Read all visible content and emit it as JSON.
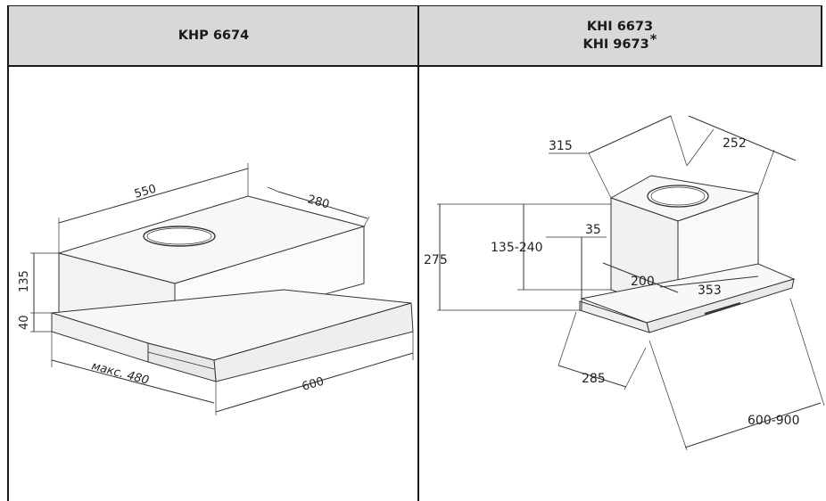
{
  "left_column": {
    "model": "KHP 6674",
    "dimensions": {
      "width_top": "550",
      "depth_top": "280",
      "body_height": "135",
      "panel_height": "40",
      "depth_max": "макс. 480",
      "front_width": "600"
    }
  },
  "right_column": {
    "model_1": "KHI 6673",
    "model_2": "KHI 9673",
    "model_2_mark": "*",
    "dimensions": {
      "box_width": "315",
      "box_depth": "252",
      "total_height": "275",
      "box_height_range": "135-240",
      "panel_height": "35",
      "inner_depth": "200",
      "inner_width": "353",
      "panel_depth": "285",
      "width_range": "600-900"
    }
  }
}
